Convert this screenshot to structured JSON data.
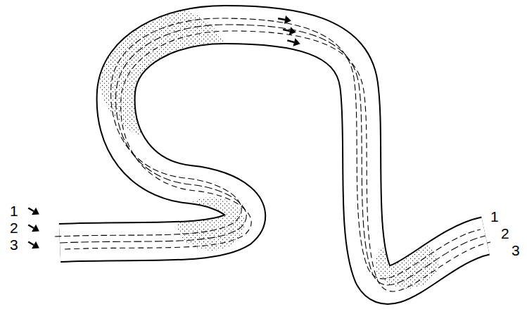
{
  "diagram": {
    "labels": [
      "1",
      "2",
      "3",
      "1",
      "2",
      "3"
    ]
  }
}
